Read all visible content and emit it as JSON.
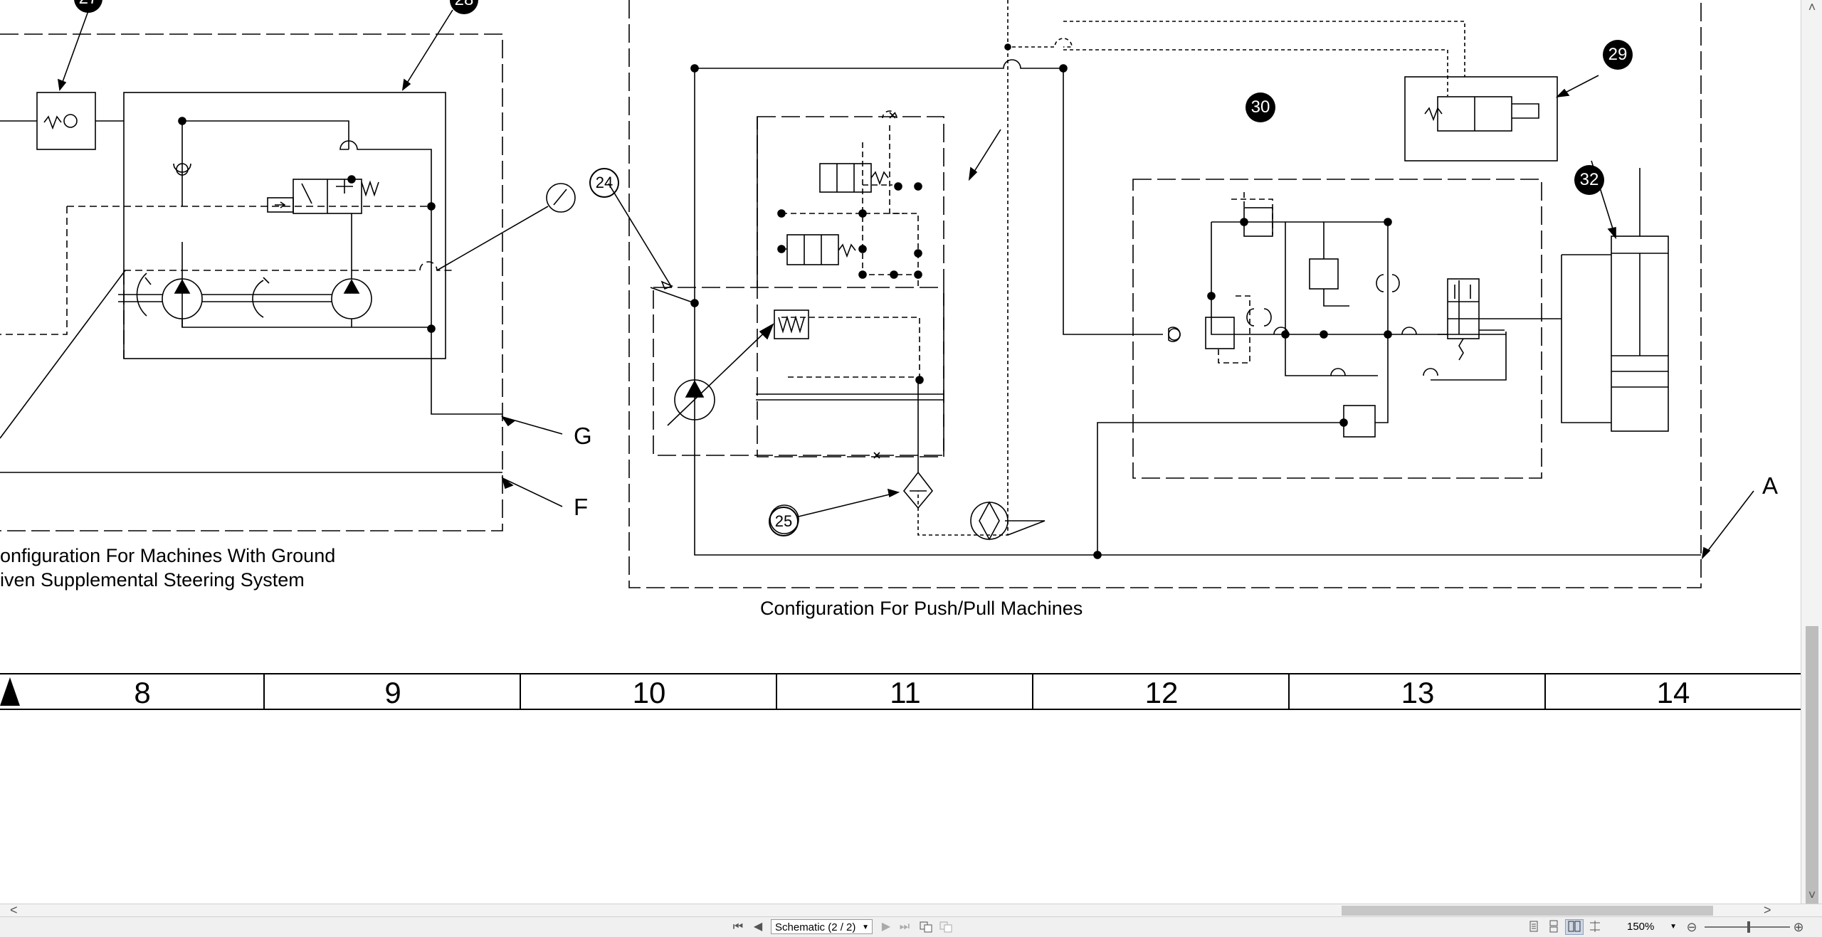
{
  "schematic": {
    "captions": {
      "ground_driven_line1": "onfiguration For Machines With Ground",
      "ground_driven_line2": "iven Supplemental Steering System",
      "push_pull": "Configuration For Push/Pull Machines"
    },
    "callouts": {
      "c27": "27",
      "c28": "28",
      "c24": "24",
      "c25": "25",
      "c29": "29",
      "c30": "30",
      "c32": "32"
    },
    "port_labels": {
      "g": "G",
      "f": "F",
      "a": "A"
    },
    "zone_ruler": [
      "8",
      "9",
      "10",
      "11",
      "12",
      "13",
      "14"
    ]
  },
  "scrollbars": {
    "up_arrow": "˄",
    "down_arrow": "˅",
    "left_arrow": "<",
    "right_arrow": ">"
  },
  "statusbar": {
    "first_page_icon": "⏮",
    "prev_page_icon": "◀",
    "page_selector": "Schematic (2 / 2)",
    "next_page_icon": "▶",
    "last_page_icon": "⏭",
    "zoom_level": "150%",
    "zoom_out_icon": "⊖",
    "zoom_in_icon": "⊕"
  }
}
